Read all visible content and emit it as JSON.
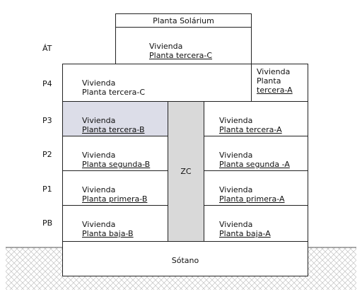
{
  "levels": {
    "at": "ÁT",
    "p4": "P4",
    "p3": "P3",
    "p2": "P2",
    "p1": "P1",
    "pb": "PB"
  },
  "rooms": {
    "solarium": "Planta Solárium",
    "at_line1": "Vivienda",
    "at_line2": "Planta tercera-C",
    "p4_left_line1": "Vivienda",
    "p4_left_line2": "Planta tercera-C",
    "p4_right_line1": "Vivienda",
    "p4_right_line2": "Planta",
    "p4_right_line3": "tercera-A",
    "p3_left_line1": "Vivienda",
    "p3_left_line2": "Planta tercera-B",
    "p3_right_line1": "Vivienda",
    "p3_right_line2": "Planta tercera-A",
    "p2_left_line1": "Vivienda",
    "p2_left_line2": "Planta segunda-B",
    "p2_right_line1": "Vivienda",
    "p2_right_line2": "Planta segunda -A",
    "p1_left_line1": "Vivienda",
    "p1_left_line2": "Planta primera-B",
    "p1_right_line1": "Vivienda",
    "p1_right_line2": "Planta primera-A",
    "pb_left_line1": "Vivienda",
    "pb_left_line2": "Planta baja-B",
    "pb_right_line1": "Vivienda",
    "pb_right_line2": "Planta baja-A",
    "core": "ZC",
    "basement": "Sótano"
  },
  "colors": {
    "highlight": "#dcdde8",
    "core": "#d9d9d9",
    "border": "#222222",
    "ground_hatch": "#b5b5b5"
  }
}
